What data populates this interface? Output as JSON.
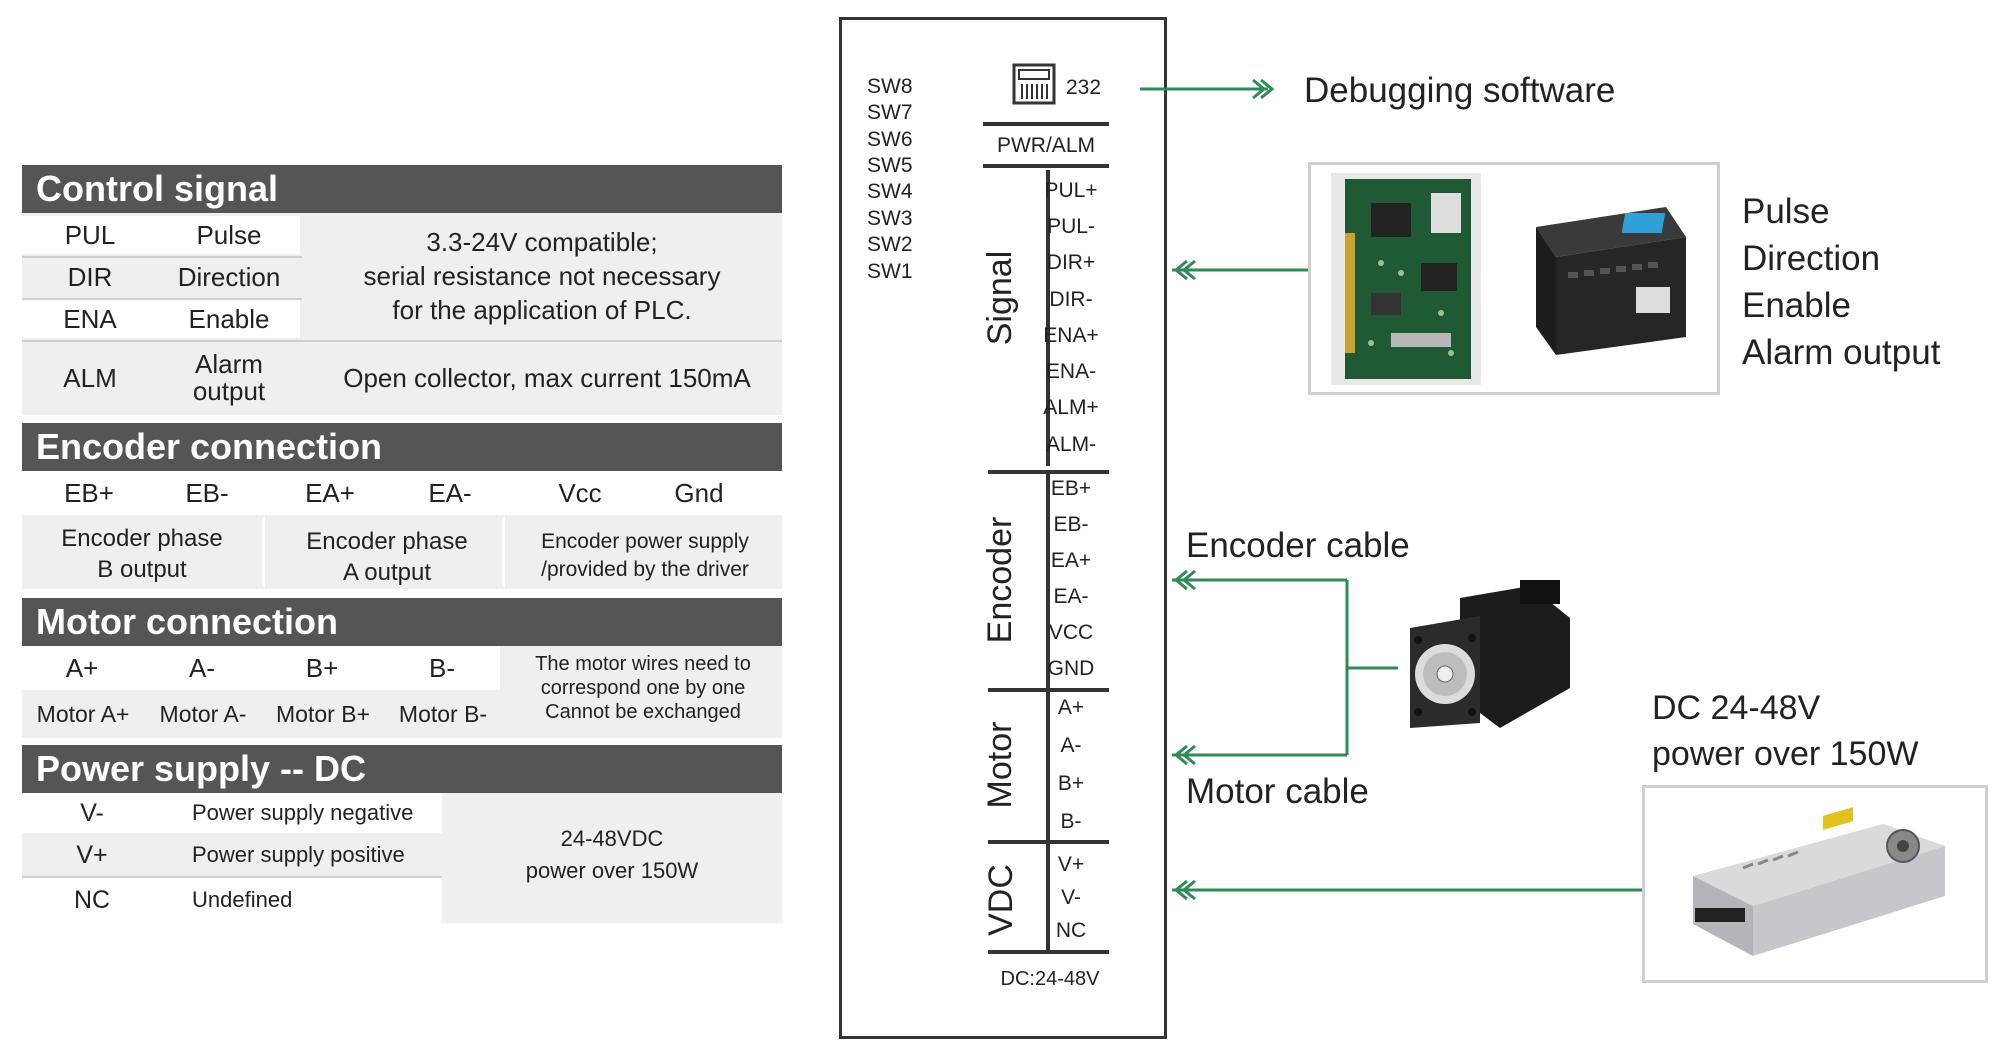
{
  "control_signal": {
    "title": "Control signal",
    "rows": [
      {
        "pin": "PUL",
        "name": "Pulse"
      },
      {
        "pin": "DIR",
        "name": "Direction"
      },
      {
        "pin": "ENA",
        "name": "Enable"
      }
    ],
    "note_lines": [
      "3.3-24V compatible;",
      "serial resistance not necessary",
      "for the application of PLC."
    ],
    "alm": {
      "pin": "ALM",
      "name_lines": [
        "Alarm",
        "output"
      ],
      "desc": "Open collector, max current 150mA"
    }
  },
  "encoder_connection": {
    "title": "Encoder connection",
    "pins": [
      "EB+",
      "EB-",
      "EA+",
      "EA-",
      "Vcc",
      "Gnd"
    ],
    "descs": [
      [
        "Encoder phase",
        "B output"
      ],
      [
        "Encoder phase",
        "A output"
      ],
      [
        "Encoder power supply",
        "/provided by the driver"
      ]
    ]
  },
  "motor_connection": {
    "title": "Motor connection",
    "pins": [
      "A+",
      "A-",
      "B+",
      "B-"
    ],
    "names": [
      "Motor A+",
      "Motor A-",
      "Motor B+",
      "Motor B-"
    ],
    "note_lines": [
      "The motor wires need to",
      "correspond one by one",
      "Cannot be exchanged"
    ]
  },
  "power_supply": {
    "title": "Power supply -- DC",
    "rows": [
      {
        "pin": "V-",
        "name": "Power supply negative"
      },
      {
        "pin": "V+",
        "name": "Power supply positive"
      },
      {
        "pin": "NC",
        "name": "Undefined"
      }
    ],
    "note_lines": [
      "24-48VDC",
      "power over 150W"
    ]
  },
  "driver": {
    "switches": [
      "SW8",
      "SW7",
      "SW6",
      "SW5",
      "SW4",
      "SW3",
      "SW2",
      "SW1"
    ],
    "port_label": "232",
    "pwr_alm": "PWR/ALM",
    "groups": {
      "signal": "Signal",
      "encoder": "Encoder",
      "motor": "Motor",
      "vdc": "VDC"
    },
    "signal_pins": [
      "PUL+",
      "PUL-",
      "DIR+",
      "DIR-",
      "ENA+",
      "ENA-",
      "ALM+",
      "ALM-"
    ],
    "encoder_pins": [
      "EB+",
      "EB-",
      "EA+",
      "EA-",
      "VCC",
      "GND"
    ],
    "motor_pins": [
      "A+",
      "A-",
      "B+",
      "B-"
    ],
    "vdc_pins": [
      "V+",
      "V-",
      "NC"
    ],
    "footer": "DC:24-48V"
  },
  "right": {
    "debug_label": "Debugging software",
    "signal_labels": [
      "Pulse",
      "Direction",
      "Enable",
      "Alarm output"
    ],
    "encoder_cable": "Encoder cable",
    "motor_cable": "Motor cable",
    "power_lines": [
      "DC 24-48V",
      "power over 150W"
    ]
  },
  "colors": {
    "header_bg": "#555558",
    "table_bg": "#efefef",
    "arrow": "#2e8b57"
  }
}
